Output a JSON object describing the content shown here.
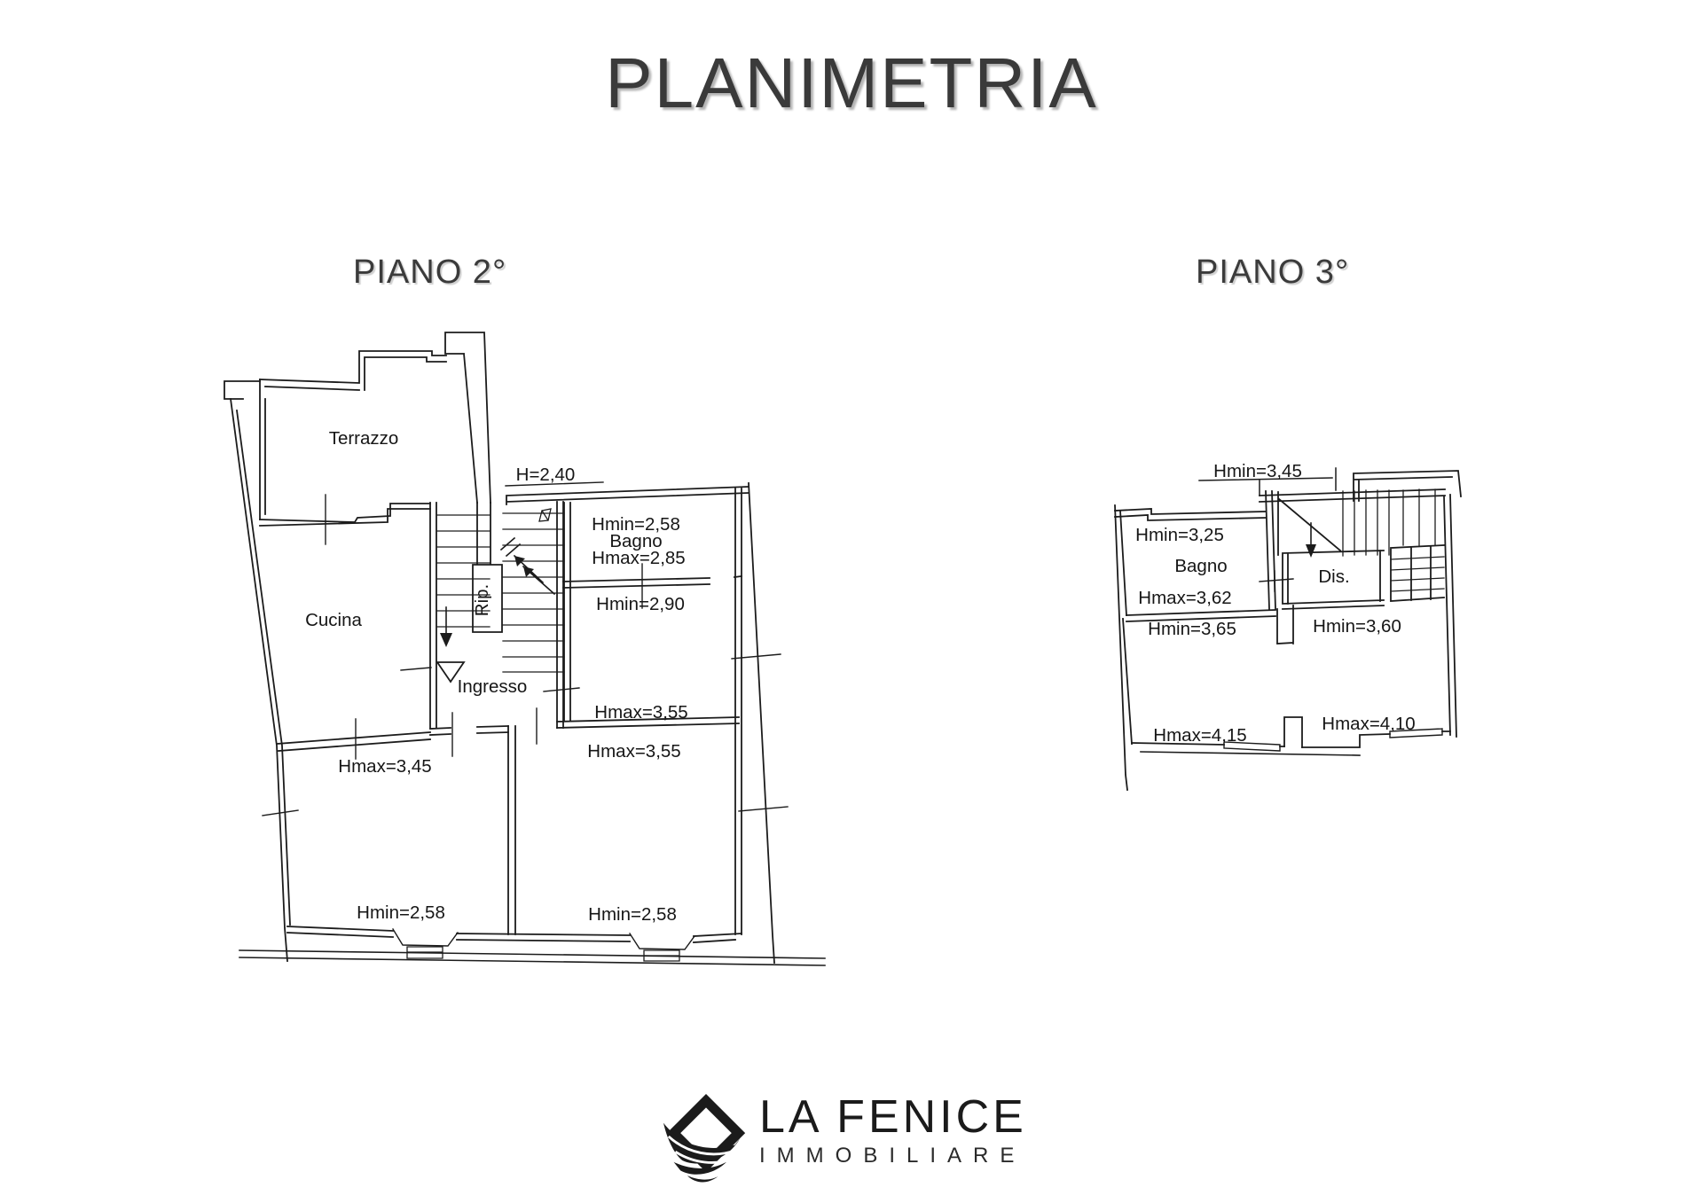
{
  "page": {
    "title": "PLANIMETRIA"
  },
  "plans": [
    {
      "label": "PIANO 2°",
      "labels": [
        "Terrazzo",
        "H=2,40",
        "Hmin=2,58",
        "Bagno",
        "Hmax=2,85",
        "Hmin=2,90",
        "Cucina",
        "Rip.",
        "Ingresso",
        "Hmax=3,55",
        "Hmax=3,55",
        "Hmax=3,45",
        "Hmin=2,58",
        "Hmin=2,58"
      ]
    },
    {
      "label": "PIANO 3°",
      "labels": [
        "Hmin=3,45",
        "Hmin=3,25",
        "Bagno",
        "Hmax=3,62",
        "Dis.",
        "Hmin=3,65",
        "Hmin=3,60",
        "Hmax=4,15",
        "Hmax=4,10"
      ]
    }
  ],
  "logo": {
    "name": "LA FENICE",
    "subtitle": "IMMOBILIARE"
  },
  "colors": {
    "ink": "#1c1c1c",
    "title_text": "#3a3a3a"
  }
}
